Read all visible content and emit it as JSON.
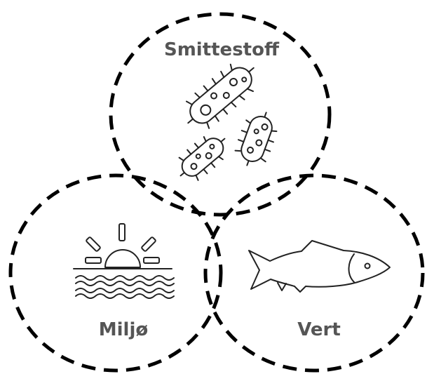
{
  "diagram": {
    "circles": [
      {
        "id": "pathogen",
        "label": "Smittestoff",
        "icon": "bacteria-icon"
      },
      {
        "id": "environment",
        "label": "Miljø",
        "icon": "sunset-water-icon"
      },
      {
        "id": "host",
        "label": "Vert",
        "icon": "fish-icon"
      }
    ],
    "colors": {
      "stroke": "#000000",
      "label": "#555555",
      "icon_stroke": "#222222"
    }
  }
}
